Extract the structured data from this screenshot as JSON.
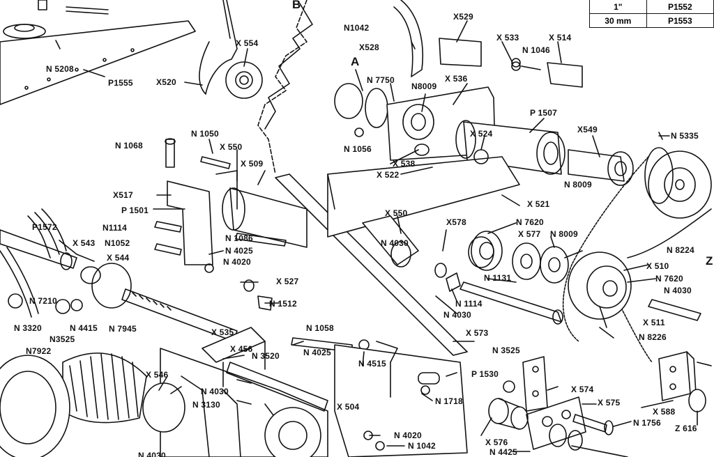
{
  "diagram": {
    "labels": [
      {
        "id": "B",
        "text": "B"
      },
      {
        "id": "A",
        "text": "A"
      },
      {
        "id": "X529",
        "text": "X529"
      },
      {
        "id": "N1042a",
        "text": "N1042"
      },
      {
        "id": "X528",
        "text": "X528"
      },
      {
        "id": "X533",
        "text": "X 533"
      },
      {
        "id": "X514",
        "text": "X 514"
      },
      {
        "id": "N1046",
        "text": "N 1046"
      },
      {
        "id": "N5208",
        "text": "N 5208"
      },
      {
        "id": "X554",
        "text": "X 554"
      },
      {
        "id": "P1555",
        "text": "P1555"
      },
      {
        "id": "X520",
        "text": "X520"
      },
      {
        "id": "N7750",
        "text": "N 7750"
      },
      {
        "id": "N8009a",
        "text": "N8009"
      },
      {
        "id": "X536",
        "text": "X 536"
      },
      {
        "id": "P1507",
        "text": "P 1507"
      },
      {
        "id": "N1050",
        "text": "N 1050"
      },
      {
        "id": "N1068",
        "text": "N 1068"
      },
      {
        "id": "X550a",
        "text": "X 550"
      },
      {
        "id": "N1056",
        "text": "N 1056"
      },
      {
        "id": "X524",
        "text": "X 524"
      },
      {
        "id": "X549",
        "text": "X549"
      },
      {
        "id": "N5335",
        "text": "N 5335"
      },
      {
        "id": "X538",
        "text": "X 538"
      },
      {
        "id": "X509",
        "text": "X 509"
      },
      {
        "id": "X522",
        "text": "X 522"
      },
      {
        "id": "N8009b",
        "text": "N 8009"
      },
      {
        "id": "X517",
        "text": "X517"
      },
      {
        "id": "P1501",
        "text": "P 1501"
      },
      {
        "id": "X521",
        "text": "X 521"
      },
      {
        "id": "P1572",
        "text": "P1572"
      },
      {
        "id": "N1114a",
        "text": "N1114"
      },
      {
        "id": "X550b",
        "text": "X 550"
      },
      {
        "id": "X578",
        "text": "X578"
      },
      {
        "id": "N7620a",
        "text": "N 7620"
      },
      {
        "id": "N1086",
        "text": "N 1086"
      },
      {
        "id": "X543",
        "text": "X 543"
      },
      {
        "id": "N1052",
        "text": "N1052"
      },
      {
        "id": "N4030a",
        "text": "N 4030"
      },
      {
        "id": "X577",
        "text": "X 577"
      },
      {
        "id": "N8009c",
        "text": "N 8009"
      },
      {
        "id": "N4025a",
        "text": "N 4025"
      },
      {
        "id": "X544",
        "text": "X 544"
      },
      {
        "id": "N4020a",
        "text": "N 4020"
      },
      {
        "id": "N8224",
        "text": "N 8224"
      },
      {
        "id": "X510",
        "text": "X 510"
      },
      {
        "id": "Zcut",
        "text": "Z"
      },
      {
        "id": "N7620b",
        "text": "N 7620"
      },
      {
        "id": "X527",
        "text": "X 527"
      },
      {
        "id": "N1131",
        "text": "N 1131"
      },
      {
        "id": "N7210",
        "text": "N 7210"
      },
      {
        "id": "N1512",
        "text": "N 1512"
      },
      {
        "id": "N1114b",
        "text": "N 1114"
      },
      {
        "id": "N4030b",
        "text": "N 4030"
      },
      {
        "id": "N4030c",
        "text": "N 4030"
      },
      {
        "id": "X511",
        "text": "X 511"
      },
      {
        "id": "N3320",
        "text": "N 3320"
      },
      {
        "id": "N4415",
        "text": "N 4415"
      },
      {
        "id": "N7945",
        "text": "N 7945"
      },
      {
        "id": "X535",
        "text": "X 535"
      },
      {
        "id": "N1058",
        "text": "N 1058"
      },
      {
        "id": "X573",
        "text": "X 573"
      },
      {
        "id": "N8226",
        "text": "N 8226"
      },
      {
        "id": "N3525a",
        "text": "N3525"
      },
      {
        "id": "N7922",
        "text": "N7922"
      },
      {
        "id": "X456",
        "text": "X 456"
      },
      {
        "id": "N4025b",
        "text": "N 4025"
      },
      {
        "id": "N3525b",
        "text": "N 3525"
      },
      {
        "id": "N3520",
        "text": "N 3520"
      },
      {
        "id": "N4515",
        "text": "N 4515"
      },
      {
        "id": "P1530",
        "text": "P 1530"
      },
      {
        "id": "X546",
        "text": "X 546"
      },
      {
        "id": "N4030d",
        "text": "N 4030"
      },
      {
        "id": "X574",
        "text": "X 574"
      },
      {
        "id": "N1718",
        "text": "N 1718"
      },
      {
        "id": "N3130",
        "text": "N 3130"
      },
      {
        "id": "X504",
        "text": "X 504"
      },
      {
        "id": "X575",
        "text": "X 575"
      },
      {
        "id": "X588",
        "text": "X 588"
      },
      {
        "id": "N1756",
        "text": "N 1756"
      },
      {
        "id": "Z616",
        "text": "Z 616"
      },
      {
        "id": "N4020b",
        "text": "N 4020"
      },
      {
        "id": "X576",
        "text": "X 576"
      },
      {
        "id": "N1042b",
        "text": "N 1042"
      },
      {
        "id": "N4030e",
        "text": "N 4030"
      },
      {
        "id": "N4425",
        "text": "N 4425"
      }
    ]
  },
  "spec_table": {
    "rows": [
      [
        "1\"",
        "P1552"
      ],
      [
        "30 mm",
        "P1553"
      ]
    ]
  },
  "colors": {
    "ink": "#111111",
    "paper": "#ffffff"
  }
}
